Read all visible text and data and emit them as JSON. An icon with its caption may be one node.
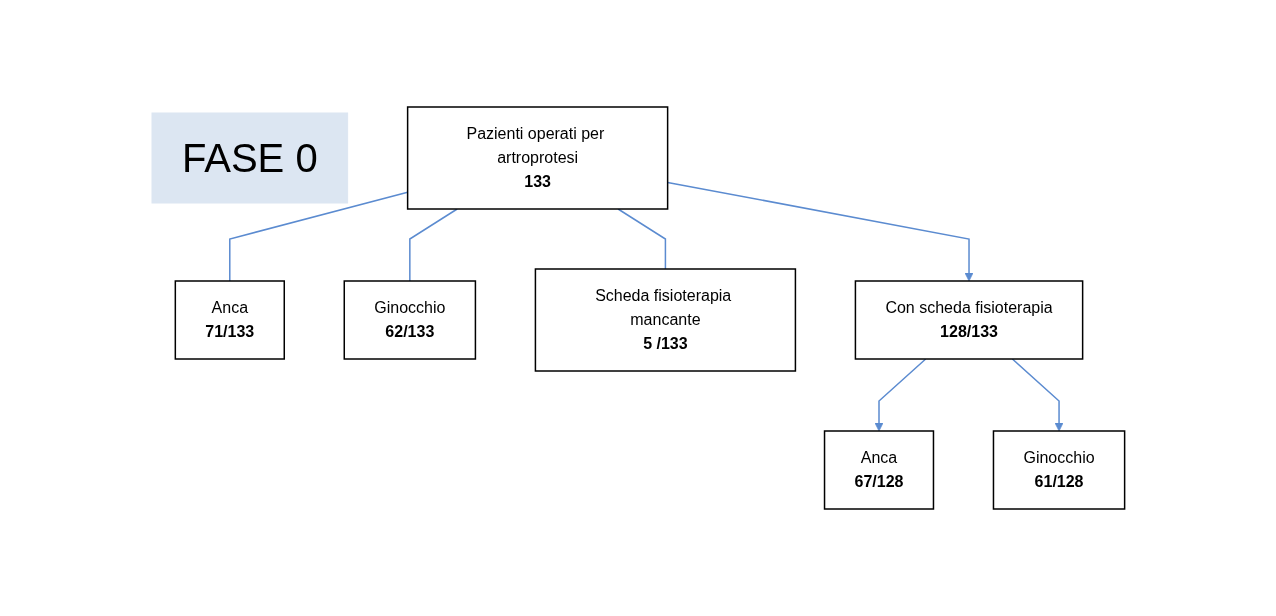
{
  "diagram": {
    "nodes": [
      {
        "text": [
          "FASE 0"
        ]
      },
      {
        "text": [
          "Pazienti operati per artroprotesi",
          "133"
        ]
      },
      {
        "text": [
          "Anca",
          "71/133"
        ]
      },
      {
        "text": [
          "Ginocchio",
          "62/133"
        ]
      },
      {
        "text": [
          "Scheda fisioterapia mancante",
          "5 /133"
        ]
      },
      {
        "text": [
          "Con scheda fisioterapia",
          "128/133"
        ]
      },
      {
        "text": [
          "Anca",
          "67/128"
        ]
      },
      {
        "text": [
          "Ginocchio",
          "61/128"
        ]
      }
    ],
    "edges": [
      {
        "from": 1,
        "to": 2,
        "arrow": "none"
      },
      {
        "from": 1,
        "to": 3,
        "arrow": "none"
      },
      {
        "from": 1,
        "to": 5,
        "arrow": "to"
      },
      {
        "from": 1,
        "to": 4,
        "arrow": "none"
      },
      {
        "from": 5,
        "to": 6,
        "arrow": "to"
      },
      {
        "from": 5,
        "to": 7,
        "arrow": "to"
      }
    ]
  }
}
